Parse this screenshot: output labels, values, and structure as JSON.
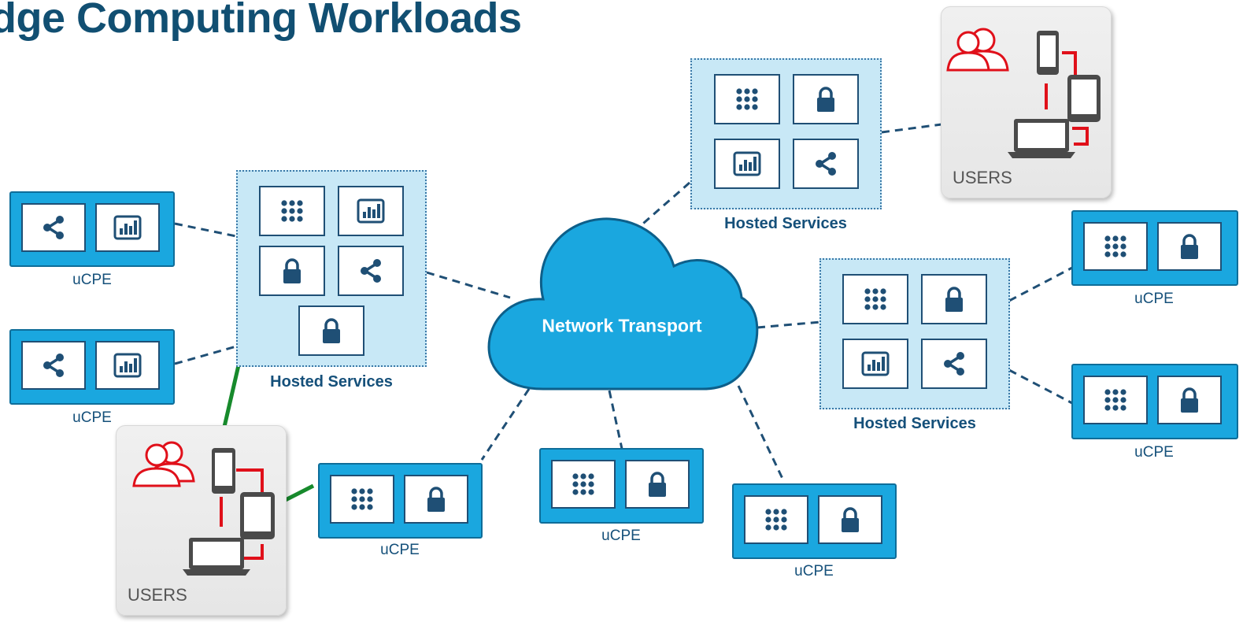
{
  "title": "dge Computing Workloads",
  "cloud": {
    "label": "Network Transport"
  },
  "hosted_label": "Hosted Services",
  "ucpe_label": "uCPE",
  "users_label": "USERS",
  "colors": {
    "title": "#114f72",
    "cloud_fill": "#1aa7df",
    "cloud_outline": "#0d5f8a",
    "ucpe_fill": "#1aa7df",
    "hosted_fill": "#c8e8f6",
    "icon": "#1f4f75",
    "users_accent": "#e0101a",
    "direct_link": "#178a2c"
  },
  "hosted_services": [
    {
      "id": "hs-left",
      "icons": [
        "grid-icon",
        "chart-icon",
        "lock-icon",
        "share-icon",
        "lock-icon"
      ]
    },
    {
      "id": "hs-top",
      "icons": [
        "grid-icon",
        "lock-icon",
        "chart-icon",
        "share-icon"
      ]
    },
    {
      "id": "hs-right",
      "icons": [
        "grid-icon",
        "lock-icon",
        "chart-icon",
        "share-icon"
      ]
    }
  ],
  "ucpe_devices": [
    {
      "id": "ucpe-left-1",
      "icons": [
        "share-icon",
        "chart-icon"
      ]
    },
    {
      "id": "ucpe-left-2",
      "icons": [
        "share-icon",
        "chart-icon"
      ]
    },
    {
      "id": "ucpe-bottom-1",
      "icons": [
        "grid-icon",
        "lock-icon"
      ]
    },
    {
      "id": "ucpe-bottom-2",
      "icons": [
        "grid-icon",
        "lock-icon"
      ]
    },
    {
      "id": "ucpe-bottom-3",
      "icons": [
        "grid-icon",
        "lock-icon"
      ]
    },
    {
      "id": "ucpe-right-1",
      "icons": [
        "grid-icon",
        "lock-icon"
      ]
    },
    {
      "id": "ucpe-right-2",
      "icons": [
        "grid-icon",
        "lock-icon"
      ]
    }
  ],
  "user_groups": [
    {
      "id": "users-top-right",
      "devices": [
        "people-icon",
        "phone-icon",
        "tablet-icon",
        "laptop-icon"
      ]
    },
    {
      "id": "users-bottom-left",
      "devices": [
        "people-icon",
        "phone-icon",
        "tablet-icon",
        "laptop-icon"
      ]
    }
  ]
}
